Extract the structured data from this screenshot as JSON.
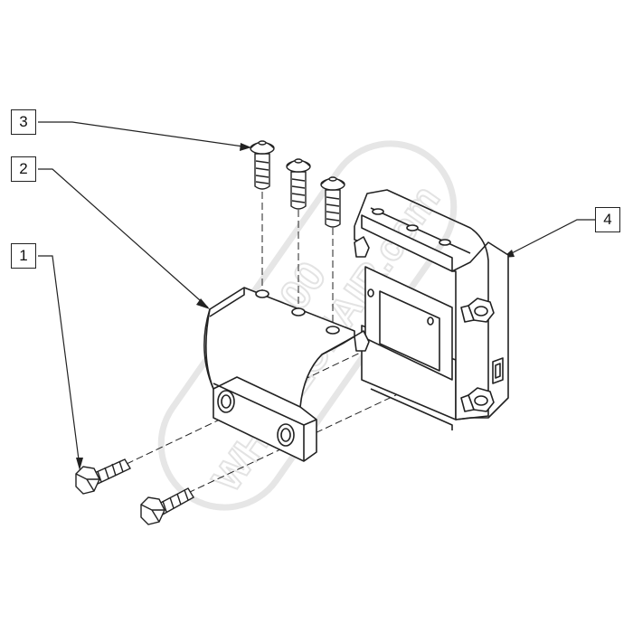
{
  "callouts": [
    {
      "label": "3"
    },
    {
      "label": "2"
    },
    {
      "label": "1"
    },
    {
      "label": "4"
    }
  ],
  "watermark": {
    "line1": "1-800",
    "line2": "WHEELCHAIR.com"
  },
  "colors": {
    "line": "#222222",
    "watermark": "#e6e6e6",
    "background": "#ffffff"
  }
}
